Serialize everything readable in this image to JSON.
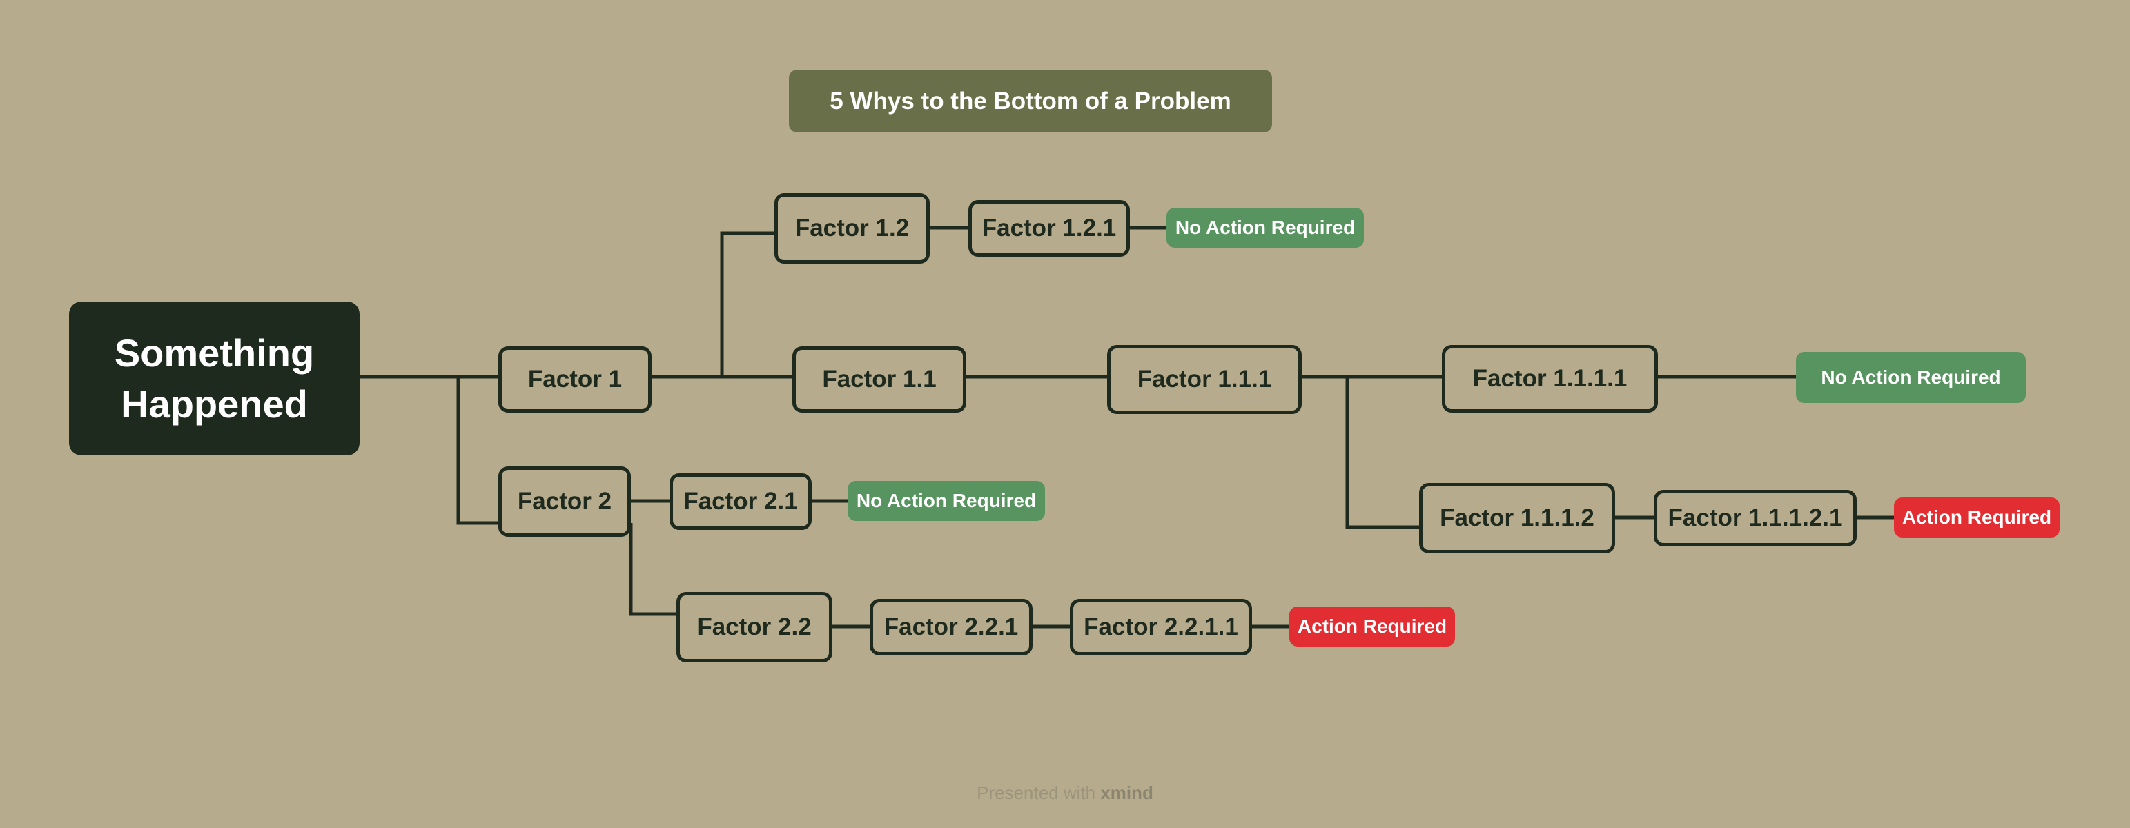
{
  "colors": {
    "background": "#b6ab8d",
    "node_border": "#1e2a1e",
    "root_fill": "#1e2a1e",
    "title_fill": "#697049",
    "no_action": "#579460",
    "action": "#e22d32"
  },
  "title": "5 Whys to the Bottom of a Problem",
  "root": {
    "line1": "Something",
    "line2": "Happened"
  },
  "nodes": {
    "f1": "Factor 1",
    "f11": "Factor 1.1",
    "f111": "Factor 1.1.1",
    "f1111": "Factor 1.1.1.1",
    "f1112": "Factor 1.1.1.2",
    "f11121": "Factor 1.1.1.2.1",
    "f12": "Factor 1.2",
    "f121": "Factor 1.2.1",
    "f2": "Factor 2",
    "f21": "Factor 2.1",
    "f22": "Factor 2.2",
    "f221": "Factor 2.2.1",
    "f2211": "Factor 2.2.1.1"
  },
  "outcomes": {
    "f121": "No Action Required",
    "f1111": "No Action Required",
    "f11121": "Action Required",
    "f21": "No Action Required",
    "f2211": "Action Required"
  },
  "footer": {
    "prefix": "Presented with ",
    "brand": "xmind"
  }
}
